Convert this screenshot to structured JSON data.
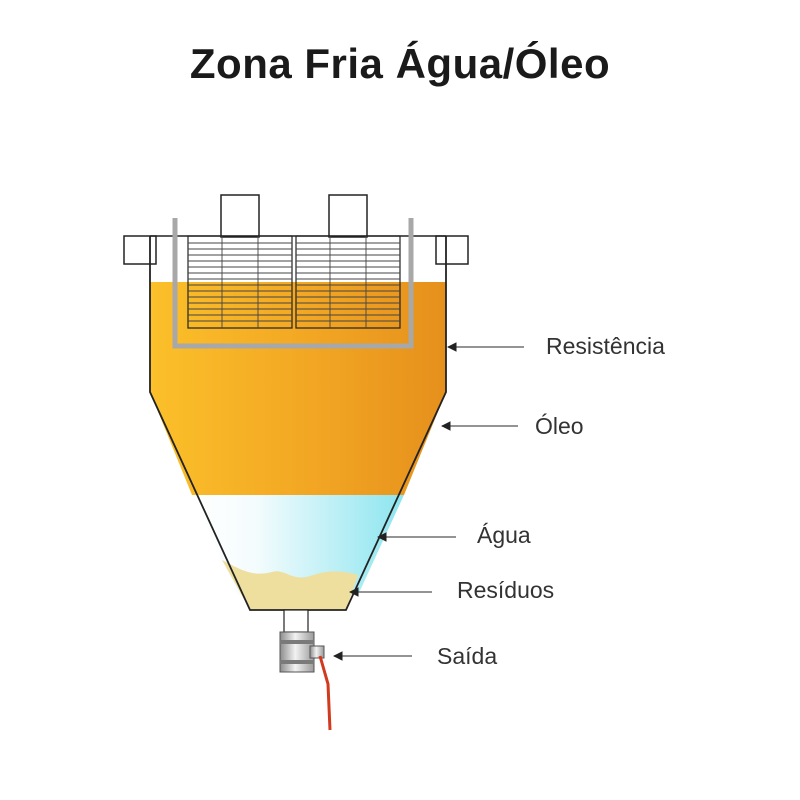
{
  "title": "Zona Fria Água/Óleo",
  "labels": {
    "resistencia": "Resistência",
    "oleo": "Óleo",
    "agua": "Água",
    "residuos": "Resíduos",
    "saida": "Saída"
  },
  "colors": {
    "oil_light": "#fbc02a",
    "oil_dark": "#e58f1c",
    "water_light": "#ffffff",
    "water_dark": "#8ee6ef",
    "residue": "#efdf9e",
    "heater": "#a8a8a8",
    "outline": "#222222",
    "handle": "#d23a1e"
  }
}
